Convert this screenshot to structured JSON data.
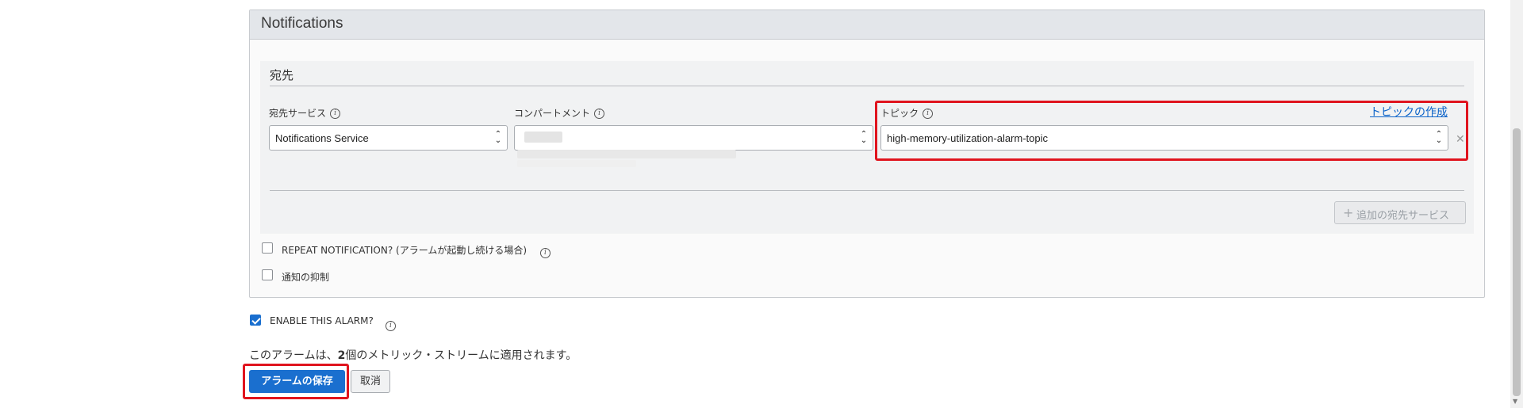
{
  "notifications": {
    "title": "Notifications",
    "destination": {
      "section_title": "宛先",
      "service_label": "宛先サービス",
      "service_value": "Notifications Service",
      "compartment_label": "コンパートメント",
      "compartment_value": "",
      "topic_label": "トピック",
      "topic_value": "high-memory-utilization-alarm-topic",
      "create_topic_link": "トピックの作成",
      "add_service_label": "追加の宛先サービス",
      "clear_icon": "close-icon"
    },
    "repeat_notification_label": "REPEAT NOTIFICATION? (アラームが起動し続ける場合)",
    "suppress_label": "通知の抑制"
  },
  "enable_alarm_label": "ENABLE THIS ALARM?",
  "info_text_prefix": "このアラームは、",
  "info_text_count": "2",
  "info_text_suffix": "個のメトリック・ストリームに適用されます。",
  "buttons": {
    "save": "アラームの保存",
    "cancel": "取消"
  },
  "colors": {
    "accent": "#1a6fcf",
    "highlight": "#e0141e",
    "link": "#0a62c9"
  }
}
